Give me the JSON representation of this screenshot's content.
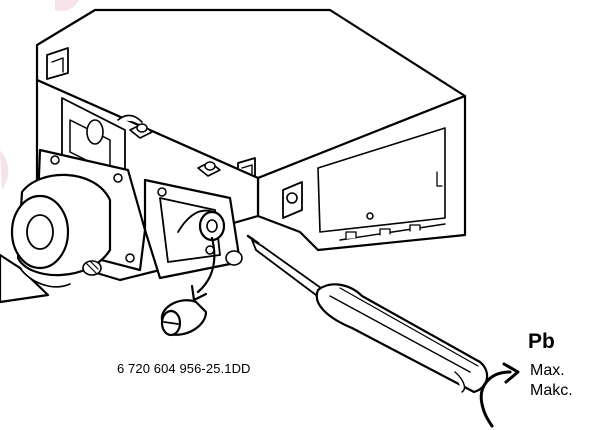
{
  "diagram": {
    "reference_code": "6 720 604 956-25.1DD",
    "gas_type": "Pb",
    "setting_lines": [
      "Max.",
      "Makc."
    ]
  },
  "colors": {
    "line": "#000000",
    "fill": "#ffffff",
    "watermark": "#f5dbe4"
  },
  "icons": {
    "rotation": "counterclockwise-arrow-icon",
    "removal": "curved-arrow-down-icon"
  }
}
